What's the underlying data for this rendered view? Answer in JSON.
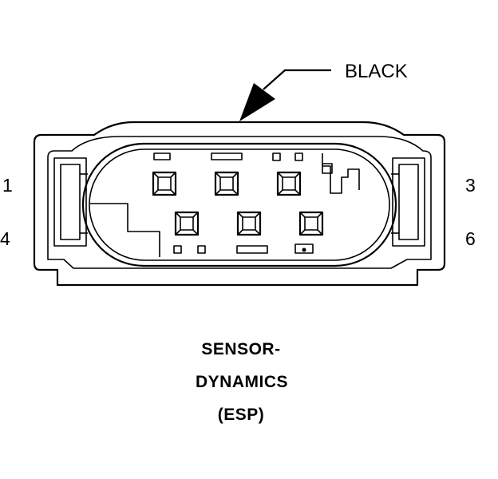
{
  "callout": {
    "color": "BLACK"
  },
  "pins": {
    "pin1": "1",
    "pin3": "3",
    "pin4": "4",
    "pin6": "6"
  },
  "caption": {
    "line1": "SENSOR-",
    "line2": "DYNAMICS",
    "line3": "(ESP)"
  }
}
